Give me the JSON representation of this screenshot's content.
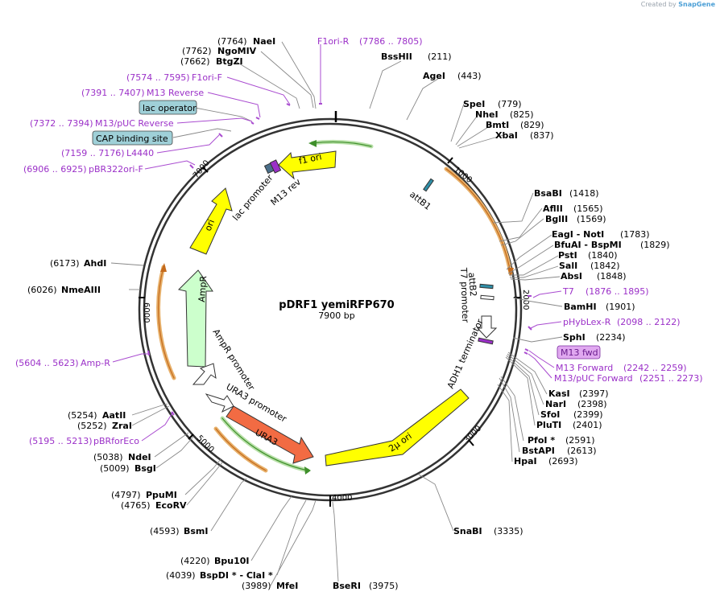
{
  "credit": {
    "prefix": "Created by",
    "brand": "SnapGene"
  },
  "plasmid": {
    "name": "pDRF1 yemiRFP670",
    "size_label": "7900 bp",
    "length": 7900
  },
  "ticks": [
    "1000",
    "2000",
    "3000",
    "4000",
    "5000",
    "6000",
    "7000"
  ],
  "colors": {
    "enzyme": "#000000",
    "primer": "#9b30c8",
    "ori": "#ffff00",
    "resistance": "#ccffcc",
    "marker": "#f26b43",
    "promoter": "#ffffff",
    "feature_label_box": "#9fd0d8",
    "primer_box": "#e0a8f0"
  },
  "enzymes_left": [
    {
      "name": "NaeI",
      "pos": "(7764)"
    },
    {
      "name": "NgoMIV",
      "pos": "(7762)"
    },
    {
      "name": "BtgZI",
      "pos": "(7662)"
    },
    {
      "name": "AhdI",
      "pos": "(6173)"
    },
    {
      "name": "NmeAIII",
      "pos": "(6026)"
    },
    {
      "name": "AatII",
      "pos": "(5254)"
    },
    {
      "name": "ZraI",
      "pos": "(5252)"
    },
    {
      "name": "NdeI",
      "pos": "(5038)"
    },
    {
      "name": "BsgI",
      "pos": "(5009)"
    },
    {
      "name": "PpuMI",
      "pos": "(4797)"
    },
    {
      "name": "EcoRV",
      "pos": "(4765)"
    },
    {
      "name": "BsmI",
      "pos": "(4593)"
    },
    {
      "name": "Bpu10I",
      "pos": "(4220)"
    },
    {
      "name": "BspDI * - ClaI *",
      "pos": "(4039)"
    },
    {
      "name": "MfeI",
      "pos": "(3989)"
    }
  ],
  "enzymes_right": [
    {
      "name": "BssHII",
      "pos": "(211)"
    },
    {
      "name": "AgeI",
      "pos": "(443)"
    },
    {
      "name": "SpeI",
      "pos": "(779)"
    },
    {
      "name": "NheI",
      "pos": "(825)"
    },
    {
      "name": "BmtI",
      "pos": "(829)"
    },
    {
      "name": "XbaI",
      "pos": "(837)"
    },
    {
      "name": "BsaBI",
      "pos": "(1418)"
    },
    {
      "name": "AflII",
      "pos": "(1565)"
    },
    {
      "name": "BglII",
      "pos": "(1569)"
    },
    {
      "name": "EagI - NotI",
      "pos": "(1783)"
    },
    {
      "name": "BfuAI - BspMI",
      "pos": "(1829)"
    },
    {
      "name": "PstI",
      "pos": "(1840)"
    },
    {
      "name": "SalI",
      "pos": "(1842)"
    },
    {
      "name": "AbsI",
      "pos": "(1848)"
    },
    {
      "name": "BamHI",
      "pos": "(1901)"
    },
    {
      "name": "SphI",
      "pos": "(2234)"
    },
    {
      "name": "KasI",
      "pos": "(2397)"
    },
    {
      "name": "NarI",
      "pos": "(2398)"
    },
    {
      "name": "SfoI",
      "pos": "(2399)"
    },
    {
      "name": "PluTI",
      "pos": "(2401)"
    },
    {
      "name": "PfoI *",
      "pos": "(2591)"
    },
    {
      "name": "BstAPI",
      "pos": "(2613)"
    },
    {
      "name": "HpaI",
      "pos": "(2693)"
    },
    {
      "name": "SnaBI",
      "pos": "(3335)"
    },
    {
      "name": "BseRI",
      "pos": "(3975)"
    }
  ],
  "primers": [
    {
      "range": "(7786 .. 7805)",
      "name": "F1ori-R"
    },
    {
      "range": "(7574 .. 7595)",
      "name": "F1ori-F"
    },
    {
      "range": "(7391 .. 7407)",
      "name": "M13 Reverse"
    },
    {
      "range": "(7372 .. 7394)",
      "name": "M13/pUC Reverse"
    },
    {
      "range": "(7159 .. 7176)",
      "name": "L4440"
    },
    {
      "range": "(6906 .. 6925)",
      "name": "pBR322ori-F"
    },
    {
      "range": "(5604 .. 5623)",
      "name": "Amp-R"
    },
    {
      "range": "(5195 .. 5213)",
      "name": "pBRforEco"
    },
    {
      "range": "(1876 .. 1895)",
      "name": "T7"
    },
    {
      "range": "(2098 .. 2122)",
      "name": "pHybLex-R"
    },
    {
      "range": "(2242 .. 2259)",
      "name": "M13 Forward"
    },
    {
      "range": "(2251 .. 2273)",
      "name": "M13/pUC Forward"
    }
  ],
  "boxed_labels": {
    "lac_operator": "lac operator",
    "cap_site": "CAP binding site",
    "m13_fwd": "M13 fwd"
  },
  "features": {
    "f1_ori": "f1 ori",
    "ori": "ori",
    "ampr": "AmpR",
    "ampr_promoter": "AmpR promoter",
    "ura3_promoter": "URA3 promoter",
    "ura3": "URA3",
    "two_micron": "2μ ori",
    "adh1_terminator": "ADH1 terminator",
    "t7_promoter": "T7 promoter",
    "attb2": "attB2",
    "attb1": "attB1",
    "lac_promoter": "lac promoter",
    "m13_rev": "M13 rev"
  }
}
